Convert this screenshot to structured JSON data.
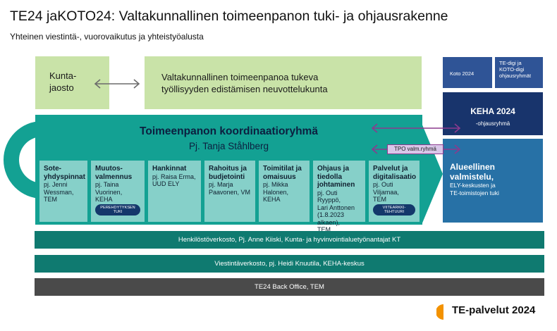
{
  "header": {
    "title": "TE24 jaKOTO24: Valtakunnallinen toimeenpanon tuki- ja ohjausrakenne",
    "subtitle": "Yhteinen viestintä-, vuorovaikutus ja yhteistyöalusta"
  },
  "top_boxes": {
    "kunta": [
      "Kunta-",
      "jaosto"
    ],
    "valtakunnallinen": [
      "Valtakunnallinen toimeenpanoa tukeva",
      "työllisyyden edistämisen neuvottelukunta"
    ]
  },
  "coordination": {
    "title": "Toimeenpanon koordinaatioryhmä",
    "chair": "Pj. Tanja Ståhlberg",
    "subgroups": [
      {
        "name": [
          "Sote-",
          "yhdyspinnat"
        ],
        "chair": [
          "pj. Jenni",
          "Wessman, TEM"
        ]
      },
      {
        "name": [
          "Muutos-",
          "valmennus"
        ],
        "chair": [
          "pj. Taina",
          "Vuorinen, KEHA"
        ],
        "badge": [
          "PEREHDYTYKSEN",
          "TUKI"
        ]
      },
      {
        "name": [
          "Hankinnat"
        ],
        "chair": [
          "pj. Raisa Erma,",
          "UUD ELY"
        ]
      },
      {
        "name": [
          "Rahoitus ja",
          "budjetointi"
        ],
        "chair": [
          "pj. Marja",
          "Paavonen, VM"
        ]
      },
      {
        "name": [
          "Toimitilat ja",
          "omaisuus"
        ],
        "chair": [
          "pj. Mikka",
          "Halonen, KEHA"
        ]
      },
      {
        "name": [
          "Ohjaus ja",
          "tiedolla",
          "johtaminen"
        ],
        "chair": [
          "pj. Outi Ryyppö,",
          "Lari Anttonen",
          "(1.8.2023 alkaen),",
          "TEM"
        ]
      },
      {
        "name": [
          "Palvelut ja",
          "digitalisaatio"
        ],
        "chair": [
          "pj. Outi Viljamaa,",
          "TEM"
        ],
        "badge": [
          "VIITEARKKI-",
          "TEHTUURI"
        ]
      }
    ]
  },
  "right_panel": {
    "koto": "Koto 2024",
    "tedigi": [
      "TE-digi ja",
      "KOTO-digi",
      "ohjausryhmät"
    ],
    "keha": {
      "title": "KEHA 2024",
      "sub": "-ohjausryhmä"
    },
    "alueellinen": {
      "title": [
        "Alueellinen",
        "valmistelu,"
      ],
      "sub": [
        "ELY-keskusten ja",
        "TE-toimistojen tuki"
      ]
    }
  },
  "tpo_label": "TPO valm.ryhmä",
  "bars": [
    "Henkilöstöverkosto, Pj. Anne Kiiski, Kunta- ja hyvinvointialuetyönantajat KT",
    "Viestintäverkosto, pj. Heidi Knuutila, KEHA-keskus",
    "TE24 Back Office, TEM"
  ],
  "brand": "TE-palvelut 2024",
  "colors": {
    "light_green": "#c9e3a8",
    "teal": "#13a193",
    "light_teal": "#86d0c9",
    "dark_teal": "#0f7a70",
    "navy": "#18346c",
    "mid_blue": "#2771a6",
    "slate_blue": "#2f5496",
    "gray": "#4a4a4a",
    "purple": "#8b3a8e",
    "lavender": "#d9c7e9",
    "brand_orange": "#f39200"
  }
}
